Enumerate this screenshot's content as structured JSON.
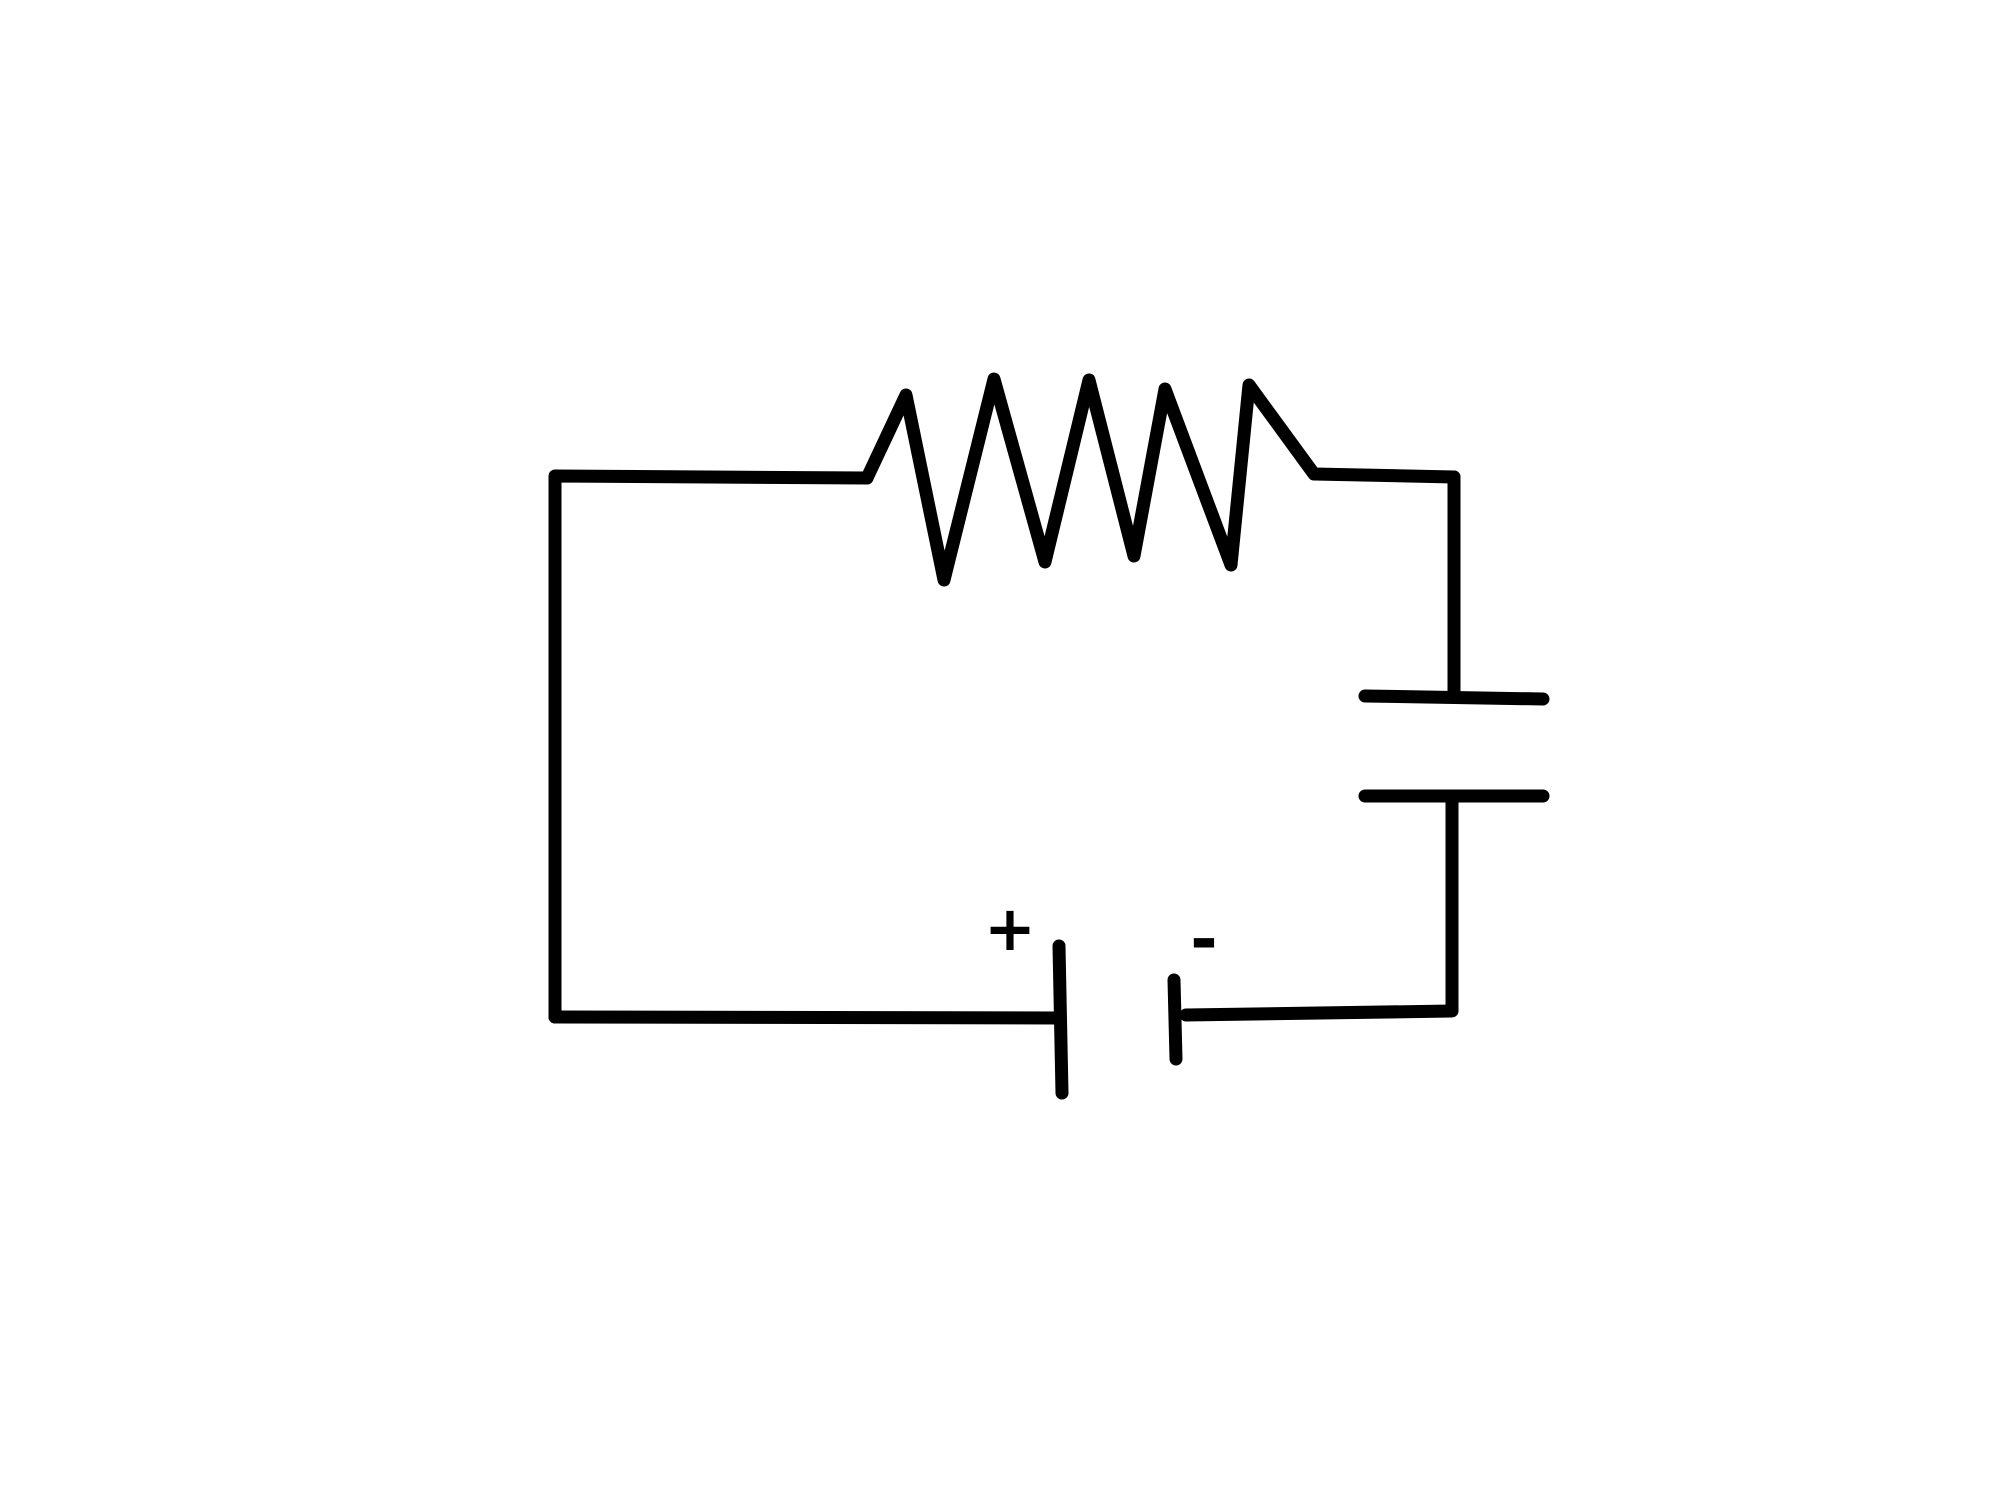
{
  "diagram": {
    "type": "circuit",
    "components": [
      "resistor",
      "capacitor",
      "battery"
    ],
    "battery": {
      "positive_label": "+",
      "negative_label": "-"
    },
    "stroke_color": "#000000",
    "background_color": "#ffffff"
  }
}
